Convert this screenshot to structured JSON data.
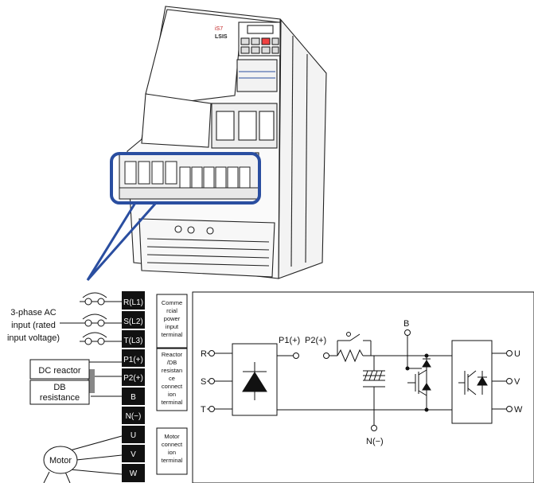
{
  "terminals": [
    "R(L1)",
    "S(L2)",
    "T(L3)",
    "P1(+)",
    "P2(+)",
    "B",
    "N(−)",
    "U",
    "V",
    "W"
  ],
  "input": {
    "line1": "3-phase AC",
    "line2": "input (rated",
    "line3": "input voltage)"
  },
  "dc_reactor": "DC reactor",
  "db_resistance": {
    "line1": "DB",
    "line2": "resistance"
  },
  "motor": "Motor",
  "terminal_groups": {
    "commercial": [
      "Comme",
      "rcial",
      "power",
      "input",
      "terminal"
    ],
    "reactor": [
      "Reactor",
      "/DB",
      "resistan",
      "ce",
      "connect",
      "ion",
      "terminal"
    ],
    "motor": [
      "Motor",
      "connect",
      "ion",
      "terminal"
    ]
  },
  "schematic": {
    "p1": "P1(+)",
    "p2": "P2(+)",
    "b": "B",
    "n": "N(−)",
    "r": "R",
    "s": "S",
    "t": "T",
    "u": "U",
    "v": "V",
    "w": "W"
  },
  "drive_logo": {
    "model": "iS7",
    "brand": "LSIS"
  },
  "colors": {
    "highlight": "#2a4ea0",
    "terminal": "#111111"
  }
}
